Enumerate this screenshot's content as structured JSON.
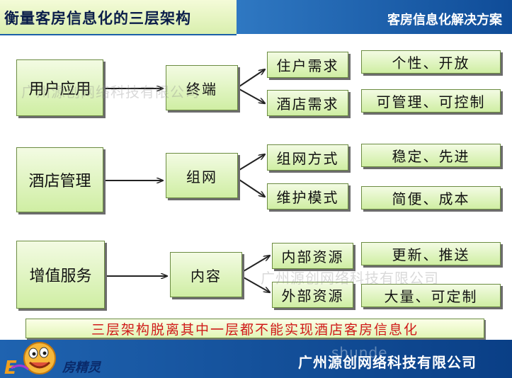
{
  "header": {
    "title": "衡量客房信息化的三层架构",
    "right_title": "客房信息化解决方案"
  },
  "layers": [
    {
      "name": "用户应用",
      "mid": "终端",
      "branches": [
        {
          "label": "住户需求",
          "result": "个性、开放"
        },
        {
          "label": "酒店需求",
          "result": "可管理、可控制"
        }
      ]
    },
    {
      "name": "酒店管理",
      "mid": "组网",
      "branches": [
        {
          "label": "组网方式",
          "result": "稳定、先进"
        },
        {
          "label": "维护模式",
          "result": "简便、成本"
        }
      ]
    },
    {
      "name": "增值服务",
      "mid": "内容",
      "branches": [
        {
          "label": "内部资源",
          "result": "更新、推送"
        },
        {
          "label": "外部资源",
          "result": "大量、可定制"
        }
      ]
    }
  ],
  "summary": "三层架构脱离其中一层都不能实现酒店客房信息化",
  "footer": {
    "company": "广州源创网络科技有限公司",
    "logo_text": "房精灵"
  },
  "watermarks": {
    "top": "广州源创网络科技有限公司",
    "bottom": "广州源创网络科技有限公司",
    "site": "shunde"
  },
  "colors": {
    "header_blue": "#1a5fa8",
    "box_green": "#cfeea3",
    "summary_red": "#d01a1a"
  }
}
